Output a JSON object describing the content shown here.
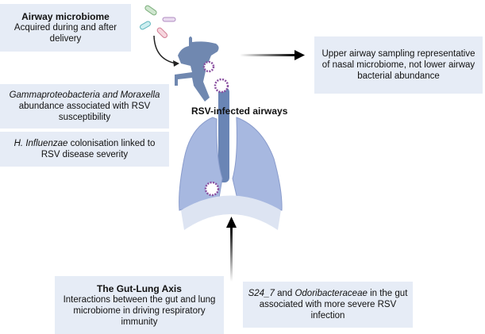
{
  "diagram": {
    "center_label": "RSV-infected airways",
    "boxes": {
      "airway": {
        "title": "Airway microbiome",
        "body": "Acquired during and after delivery"
      },
      "upper": {
        "body": "Upper airway sampling representative of nasal microbiome, not lower airway bacterial abundance"
      },
      "gamma": {
        "italic1": "Gammaproteobacteria and",
        "italic2": "Moraxella",
        "body": " abundance associated with RSV susceptibility"
      },
      "hinf": {
        "italic": "H. Influenzae",
        "body": " colonisation linked to RSV disease severity"
      },
      "gut": {
        "title": "The Gut-Lung Axis",
        "body": "Interactions between the gut and lung microbiome in driving respiratory immunity"
      },
      "s24": {
        "italic1": "S24_7",
        "mid": " and ",
        "italic2": "Odoribacteraceae",
        "body": " in the gut associated with more severe RSV infection"
      }
    },
    "colors": {
      "box_bg": "#e6ecf6",
      "airway": "#6f86ad",
      "lung": "#9fb2dc",
      "virus": "#8a4fa0"
    }
  }
}
